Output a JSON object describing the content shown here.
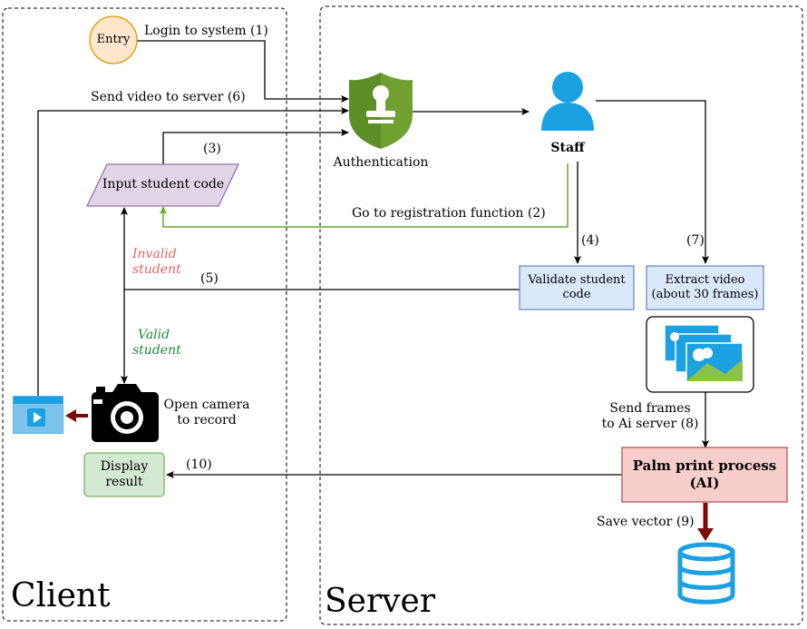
{
  "regions": {
    "client": "Client",
    "server": "Server"
  },
  "nodes": {
    "entry": "Entry",
    "authentication": "Authentication",
    "staff": "Staff",
    "input_student_code": "Input student code",
    "validate_student_code": [
      "Validate student",
      "code"
    ],
    "extract_video": [
      "Extract video",
      "(about 30 frames)"
    ],
    "open_camera": [
      "Open camera",
      "to record"
    ],
    "display_result": [
      "Display",
      "result"
    ],
    "palm_print_process": [
      "Palm print process",
      "(AI)"
    ]
  },
  "edges": {
    "login": "Login to system (1)",
    "go_to_registration": "Go to registration function (2)",
    "step_3": "(3)",
    "step_4": "(4)",
    "step_5": "(5)",
    "send_video": "Send video to server (6)",
    "step_7": "(7)",
    "send_frames": [
      "Send frames",
      "to Ai server (8)"
    ],
    "save_vector": "Save vector (9)",
    "step_10": "(10)",
    "invalid_student": [
      "Invalid",
      "student"
    ],
    "valid_student": [
      "Valid",
      "student"
    ]
  },
  "colors": {
    "entry_fill": "#ffe6cc",
    "entry_stroke": "#d79b00",
    "input_fill": "#e1d5e7",
    "input_stroke": "#9673a6",
    "blue_fill": "#dae8fc",
    "blue_stroke": "#6c8ebf",
    "green_fill": "#d5e8d4",
    "green_stroke": "#82b366",
    "red_fill": "#f8cecc",
    "red_stroke": "#b85450",
    "shield_green": "#6fa030",
    "staff_blue": "#1ba1e2",
    "db_blue": "#1ba1e2",
    "dark_red": "#7b0a0a",
    "valid_green": "#1d8a3a",
    "invalid_red": "#e06666",
    "reg_arrow_green": "#66a832"
  },
  "icons": [
    "shield-icon",
    "user-icon",
    "video-window-icon",
    "camera-icon",
    "images-icon",
    "database-icon"
  ]
}
